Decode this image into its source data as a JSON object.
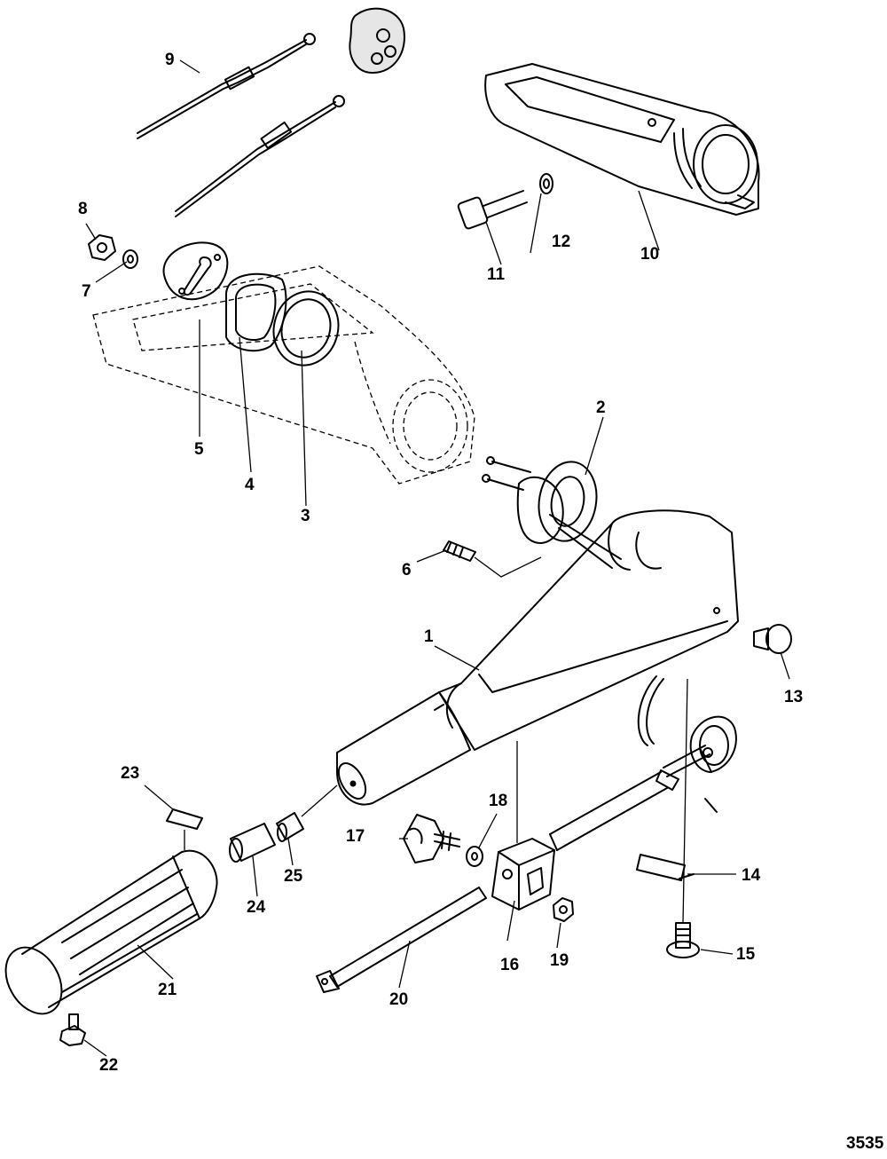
{
  "figure_number": "3535",
  "callouts": [
    {
      "id": "1",
      "label": "1"
    },
    {
      "id": "2",
      "label": "2"
    },
    {
      "id": "3",
      "label": "3"
    },
    {
      "id": "4",
      "label": "4"
    },
    {
      "id": "5",
      "label": "5"
    },
    {
      "id": "6",
      "label": "6"
    },
    {
      "id": "7",
      "label": "7"
    },
    {
      "id": "8",
      "label": "8"
    },
    {
      "id": "9",
      "label": "9"
    },
    {
      "id": "10",
      "label": "10"
    },
    {
      "id": "11",
      "label": "11"
    },
    {
      "id": "12",
      "label": "12"
    },
    {
      "id": "13",
      "label": "13"
    },
    {
      "id": "14",
      "label": "14"
    },
    {
      "id": "15",
      "label": "15"
    },
    {
      "id": "16",
      "label": "16"
    },
    {
      "id": "17",
      "label": "17"
    },
    {
      "id": "18",
      "label": "18"
    },
    {
      "id": "19",
      "label": "19"
    },
    {
      "id": "20",
      "label": "20"
    },
    {
      "id": "21",
      "label": "21"
    },
    {
      "id": "22",
      "label": "22"
    },
    {
      "id": "23",
      "label": "23"
    },
    {
      "id": "24",
      "label": "24"
    },
    {
      "id": "25",
      "label": "25"
    }
  ]
}
